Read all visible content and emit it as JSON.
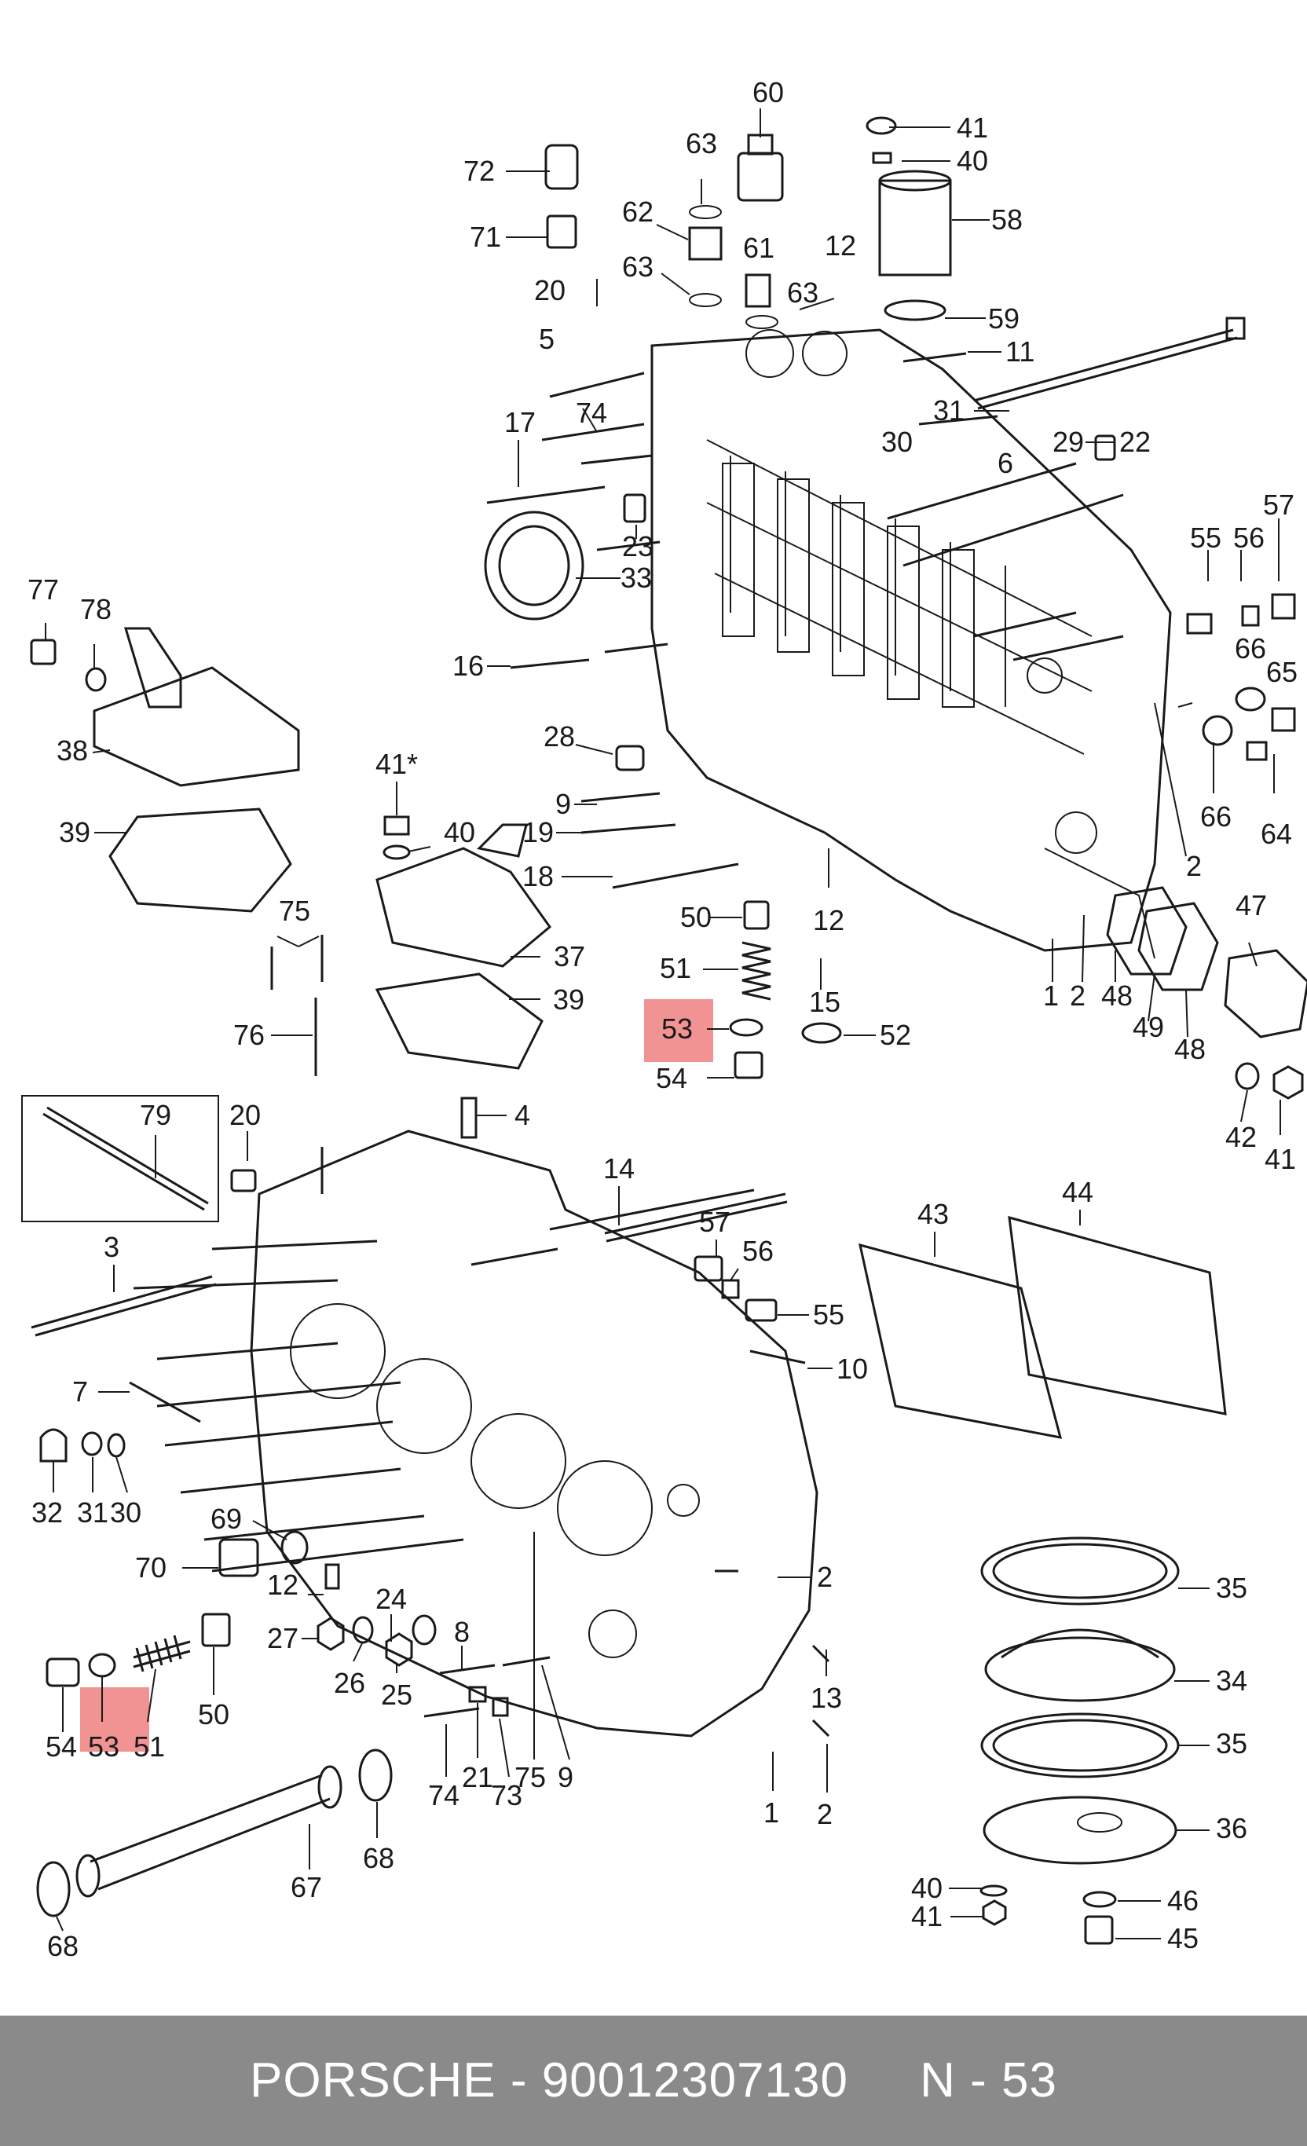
{
  "highlight_part": "53",
  "footer": {
    "brand": "PORSCHE",
    "separator1": " - ",
    "part_number": "90012307130",
    "gap": "     ",
    "ref_prefix": "N",
    "separator2": " - ",
    "ref_number": "53"
  },
  "callouts": [
    "60",
    "41",
    "40",
    "63",
    "58",
    "72",
    "62",
    "71",
    "63",
    "61",
    "63",
    "12",
    "20",
    "59",
    "5",
    "11",
    "29",
    "22",
    "17",
    "74",
    "30",
    "31",
    "6",
    "23",
    "57",
    "33",
    "55",
    "56",
    "77",
    "78",
    "66",
    "16",
    "65",
    "38",
    "28",
    "41*",
    "9",
    "66",
    "64",
    "39",
    "40",
    "19",
    "18",
    "2",
    "12",
    "47",
    "50",
    "75",
    "37",
    "51",
    "15",
    "39",
    "76",
    "53",
    "52",
    "1",
    "2",
    "48",
    "49",
    "48",
    "54",
    "42",
    "41",
    "4",
    "79",
    "20",
    "14",
    "44",
    "3",
    "57",
    "43",
    "56",
    "55",
    "10",
    "7",
    "32",
    "31",
    "30",
    "69",
    "2",
    "70",
    "12",
    "35",
    "24",
    "27",
    "8",
    "34",
    "26",
    "25",
    "13",
    "54",
    "53",
    "51",
    "50",
    "21",
    "75",
    "9",
    "1",
    "35",
    "2",
    "74",
    "73",
    "68",
    "67",
    "36",
    "68",
    "40",
    "46",
    "41",
    "45"
  ]
}
